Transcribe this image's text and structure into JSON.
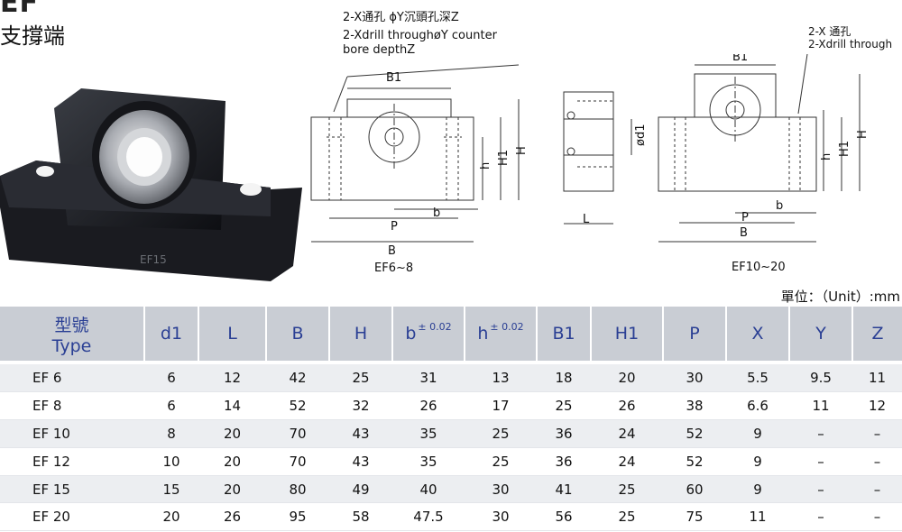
{
  "header": {
    "title": "EF",
    "subtitle": "支撐端"
  },
  "product_photo": {
    "stamp_text": "EF15"
  },
  "notes": {
    "left_line1": "2-X通孔 ϕY沉頭孔深Z",
    "left_line2": "2-Xdrill throughøY counter",
    "left_line3": "bore depthZ",
    "right_line1": "2-X 通孔",
    "right_line2": "2-Xdrill through"
  },
  "diagram_labels": {
    "B1": "B1",
    "H": "H",
    "H1": "H1",
    "h": "h",
    "b": "b",
    "P": "P",
    "B": "B",
    "L": "L",
    "d1": "ød1"
  },
  "captions": {
    "left": "EF6~8",
    "right": "EF10~20"
  },
  "units": "單位：（Unit）:mm",
  "table": {
    "headers": {
      "type_cn": "型號",
      "type_en": "Type",
      "d1": "d1",
      "L": "L",
      "B": "B",
      "H": "H",
      "b": "b",
      "b_tol": "± 0.02",
      "h": "h",
      "h_tol": "± 0.02",
      "B1": "B1",
      "H1": "H1",
      "P": "P",
      "X": "X",
      "Y": "Y",
      "Z": "Z"
    },
    "rows": [
      [
        "EF  6",
        "6",
        "12",
        "42",
        "25",
        "31",
        "13",
        "18",
        "20",
        "30",
        "5.5",
        "9.5",
        "11"
      ],
      [
        "EF  8",
        "6",
        "14",
        "52",
        "32",
        "26",
        "17",
        "25",
        "26",
        "38",
        "6.6",
        "11",
        "12"
      ],
      [
        "EF  10",
        "8",
        "20",
        "70",
        "43",
        "35",
        "25",
        "36",
        "24",
        "52",
        "9",
        "–",
        "–"
      ],
      [
        "EF  12",
        "10",
        "20",
        "70",
        "43",
        "35",
        "25",
        "36",
        "24",
        "52",
        "9",
        "–",
        "–"
      ],
      [
        "EF  15",
        "15",
        "20",
        "80",
        "49",
        "40",
        "30",
        "41",
        "25",
        "60",
        "9",
        "–",
        "–"
      ],
      [
        "EF  20",
        "20",
        "26",
        "95",
        "58",
        "47.5",
        "30",
        "56",
        "25",
        "75",
        "11",
        "–",
        "–"
      ]
    ]
  }
}
